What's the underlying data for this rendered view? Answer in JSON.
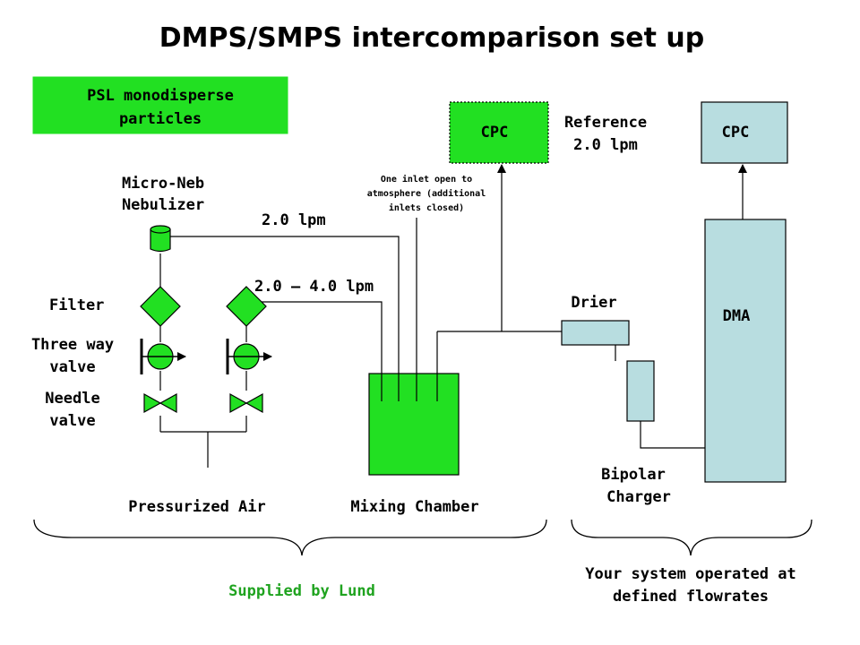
{
  "title": "DMPS/SMPS intercomparison set up",
  "psl_box": {
    "line1": "PSL monodisperse",
    "line2": "particles"
  },
  "nebulizer": {
    "line1": "Micro-Neb",
    "line2": "Nebulizer"
  },
  "flow_top": "2.0 lpm",
  "flow_mid": "2.0 – 4.0 lpm",
  "inlet_note": {
    "line1": "One inlet open to",
    "line2": "atmosphere (additional",
    "line3": "inlets closed)"
  },
  "cpc_reference": "CPC",
  "reference": {
    "line1": "Reference",
    "line2": "2.0 lpm"
  },
  "cpc_system": "CPC",
  "filter": "Filter",
  "three_way_valve": {
    "line1": "Three way",
    "line2": "valve"
  },
  "needle_valve": {
    "line1": "Needle",
    "line2": "valve"
  },
  "drier": "Drier",
  "dma": "DMA",
  "bipolar_charger": {
    "line1": "Bipolar",
    "line2": "Charger"
  },
  "pressurized_air": "Pressurized Air",
  "mixing_chamber": "Mixing Chamber",
  "supplied_by": "Supplied by Lund",
  "your_system": {
    "line1": "Your system operated at",
    "line2": "defined flowrates"
  },
  "colors": {
    "green": "#22e022",
    "green_text": "#1fa31f",
    "light_blue": "#b8dde0"
  }
}
